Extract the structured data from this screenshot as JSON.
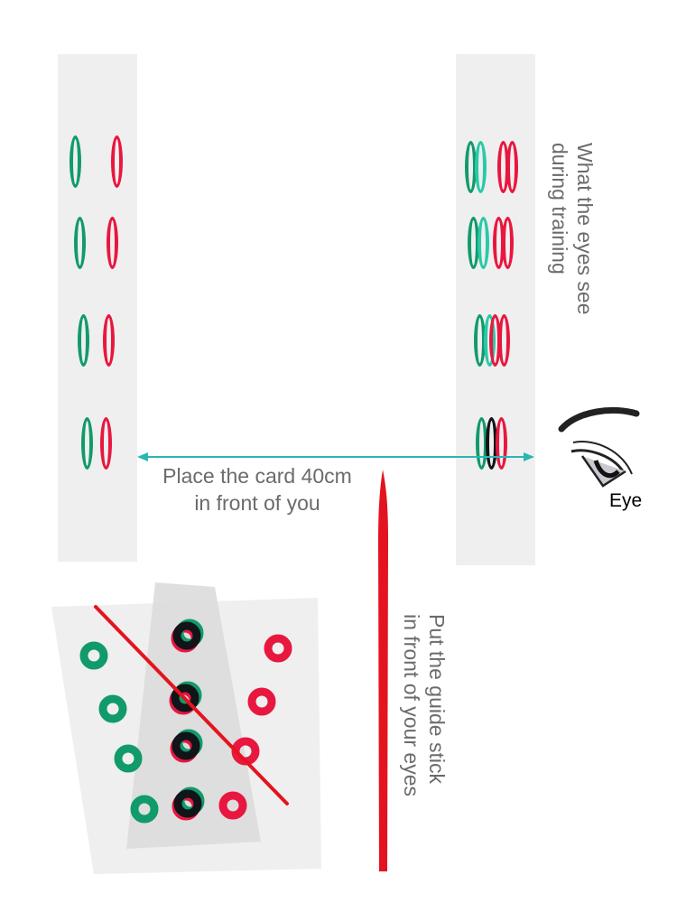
{
  "labels": {
    "eyes_see_line1": "What the eyes see",
    "eyes_see_line2": "during training",
    "place_card_line1": "Place the card 40cm",
    "place_card_line2": "in front of you",
    "eye": "Eye",
    "guide_stick_line1": "Put the guide stick",
    "guide_stick_line2": "in front of your eyes"
  },
  "colors": {
    "green": "#119a6a",
    "teal": "#29c9a8",
    "red": "#e8173f",
    "black": "#111418",
    "arrow": "#2ab5b5",
    "card": "#efefef",
    "stick": "#e3141f",
    "text": "#6b6b6b"
  },
  "left_strip_rows": [
    {
      "rings": [
        "green",
        "red"
      ]
    },
    {
      "rings": [
        "green",
        "red"
      ]
    },
    {
      "rings": [
        "green",
        "red"
      ]
    },
    {
      "rings": [
        "green",
        "red"
      ]
    }
  ],
  "right_strip_rows": [
    {
      "rings": [
        "green",
        "teal",
        "red",
        "red"
      ]
    },
    {
      "rings": [
        "green",
        "teal",
        "red",
        "red"
      ]
    },
    {
      "rings": [
        "green",
        "teal",
        "red",
        "red"
      ]
    },
    {
      "rings": [
        "green",
        "black",
        "red"
      ]
    }
  ],
  "arrow": {
    "direction": "bidirectional",
    "distance_label": "40cm"
  }
}
